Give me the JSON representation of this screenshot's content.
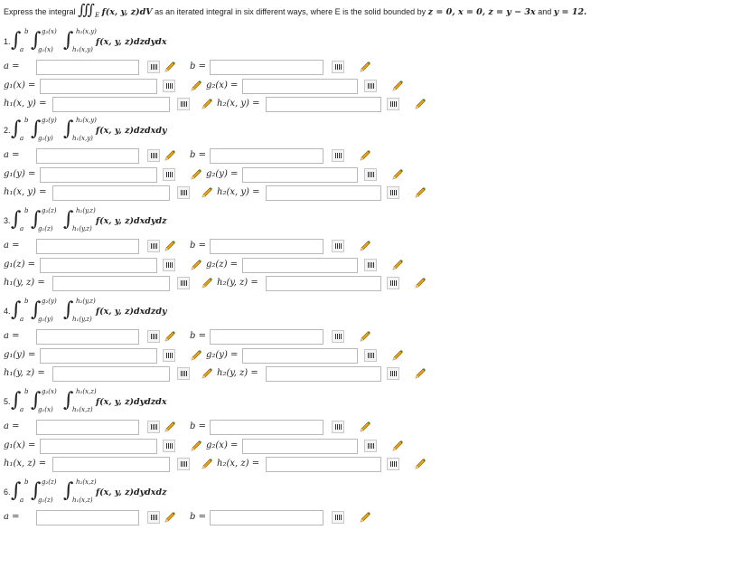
{
  "header": {
    "prefix": "Express the integral",
    "integrand": "f(x, y, z)dV",
    "region_sub": "E",
    "middle": "as an iterated integral in six different ways, where E is the solid bounded by",
    "cond1": "z = 0, x = 0, z = y − 3x",
    "and": "and",
    "cond2": "y = 12."
  },
  "problems": [
    {
      "num": "1.",
      "ul1": "b",
      "ll1": "a",
      "ul2": "g₂(x)",
      "ll2": "g₁(x)",
      "ul3": "h₂(x,y)",
      "ll3": "h₁(x,y)",
      "integrand": "f(x, y, z)dzdydx",
      "a": "a =",
      "b": "b =",
      "g1": "g₁(x) =",
      "g2": "g₂(x) =",
      "h1": "h₁(x, y) =",
      "h2": "h₂(x, y) ="
    },
    {
      "num": "2.",
      "ul1": "b",
      "ll1": "a",
      "ul2": "g₂(y)",
      "ll2": "g₁(y)",
      "ul3": "h₂(x,y)",
      "ll3": "h₁(x,y)",
      "integrand": "f(x, y, z)dzdxdy",
      "a": "a =",
      "b": "b =",
      "g1": "g₁(y) =",
      "g2": "g₂(y) =",
      "h1": "h₁(x, y) =",
      "h2": "h₂(x, y) ="
    },
    {
      "num": "3.",
      "ul1": "b",
      "ll1": "a",
      "ul2": "g₂(z)",
      "ll2": "g₁(z)",
      "ul3": "h₂(y,z)",
      "ll3": "h₁(y,z)",
      "integrand": "f(x, y, z)dxdydz",
      "a": "a =",
      "b": "b =",
      "g1": "g₁(z) =",
      "g2": "g₂(z) =",
      "h1": "h₁(y, z) =",
      "h2": "h₂(y, z) ="
    },
    {
      "num": "4.",
      "ul1": "b",
      "ll1": "a",
      "ul2": "g₂(y)",
      "ll2": "g₁(y)",
      "ul3": "h₂(y,z)",
      "ll3": "h₁(y,z)",
      "integrand": "f(x, y, z)dxdzdy",
      "a": "a =",
      "b": "b =",
      "g1": "g₁(y) =",
      "g2": "g₂(y) =",
      "h1": "h₁(y, z) =",
      "h2": "h₂(y, z) ="
    },
    {
      "num": "5.",
      "ul1": "b",
      "ll1": "a",
      "ul2": "g₂(x)",
      "ll2": "g₁(x)",
      "ul3": "h₂(x,z)",
      "ll3": "h₁(x,z)",
      "integrand": "f(x, y, z)dydzdx",
      "a": "a =",
      "b": "b =",
      "g1": "g₁(x) =",
      "g2": "g₂(x) =",
      "h1": "h₁(x, z) =",
      "h2": "h₂(x, z) ="
    },
    {
      "num": "6.",
      "ul1": "b",
      "ll1": "a",
      "ul2": "g₂(z)",
      "ll2": "g₁(z)",
      "ul3": "h₂(x,z)",
      "ll3": "h₁(x,z)",
      "integrand": "f(x, y, z)dydxdz",
      "a": "a =",
      "b": "b =",
      "g1": "",
      "g2": "",
      "h1": "",
      "h2": ""
    }
  ],
  "icons": {
    "matrix": "matrix-grid-icon",
    "edit": "pencil-icon"
  },
  "colors": {
    "border": "#b8b8b8",
    "pencil_body": "#e8a21a",
    "pencil_tip": "#3a8a2e"
  }
}
